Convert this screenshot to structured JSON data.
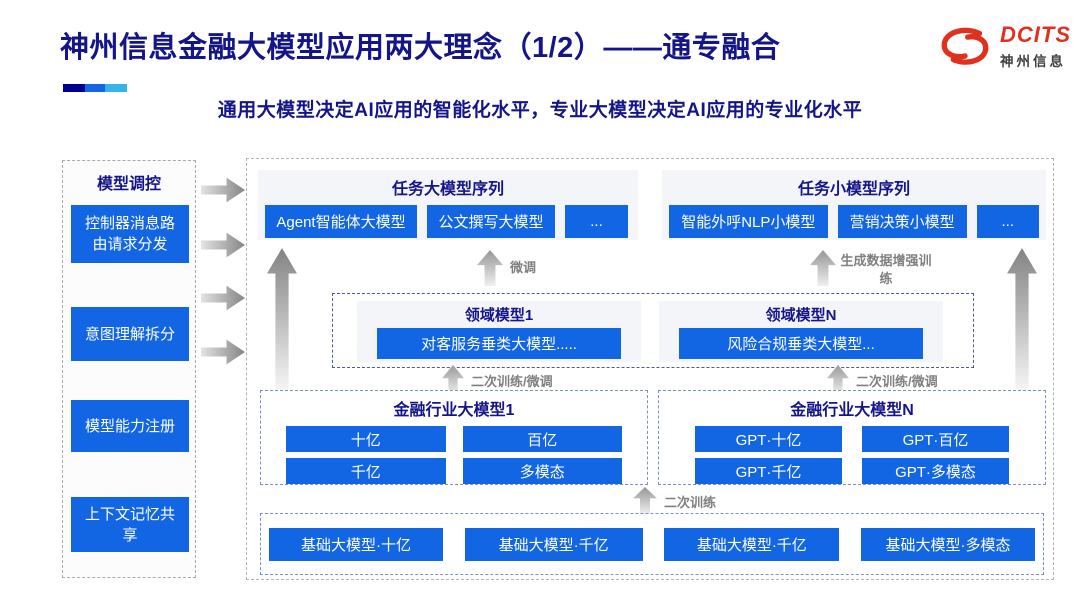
{
  "header": {
    "title": "神州信息金融大模型应用两大理念（1/2）——通专融合",
    "subtitle": "通用大模型决定AI应用的智能化水平，专业大模型决定AI应用的专业化水平",
    "logo": {
      "name": "DCITS",
      "cn": "神州信息"
    }
  },
  "sidebar": {
    "title": "模型调控",
    "items": [
      {
        "label": "控制器消息路由请求分发"
      },
      {
        "label": "意图理解拆分"
      },
      {
        "label": "模型能力注册"
      },
      {
        "label": "上下文记忆共享"
      }
    ]
  },
  "diagram": {
    "task_large": {
      "title": "任务大模型序列",
      "items": [
        "Agent智能体大模型",
        "公文撰写大模型",
        "..."
      ]
    },
    "task_small": {
      "title": "任务小模型序列",
      "items": [
        "智能外呼NLP小模型",
        "营销决策小模型",
        "..."
      ]
    },
    "labels": {
      "finetune": "微调",
      "gen_data_train": "生成数据增强训练",
      "second_train_finetune_left": "二次训练/微调",
      "second_train_finetune_right": "二次训练/微调",
      "second_train": "二次训练"
    },
    "domain_models": [
      {
        "title": "领域模型1",
        "item": "对客服务垂类大模型....."
      },
      {
        "title": "领域模型N",
        "item": "风险合规垂类大模型..."
      }
    ],
    "industry_models": [
      {
        "title": "金融行业大模型1",
        "items": [
          "十亿",
          "百亿",
          "千亿",
          "多模态"
        ]
      },
      {
        "title": "金融行业大模型N",
        "items": [
          "GPT·十亿",
          "GPT·百亿",
          "GPT·千亿",
          "GPT·多模态"
        ]
      }
    ],
    "base_models": [
      "基础大模型·十亿",
      "基础大模型·千亿",
      "基础大模型·千亿",
      "基础大模型·多模态"
    ]
  },
  "colors": {
    "navy": "#15158a",
    "button_blue": "#1266e4",
    "label_gray": "#808080",
    "accent_1": "#00008f",
    "accent_2": "#1565e5",
    "accent_3": "#35b4ea",
    "logo_red": "#e0301e"
  }
}
